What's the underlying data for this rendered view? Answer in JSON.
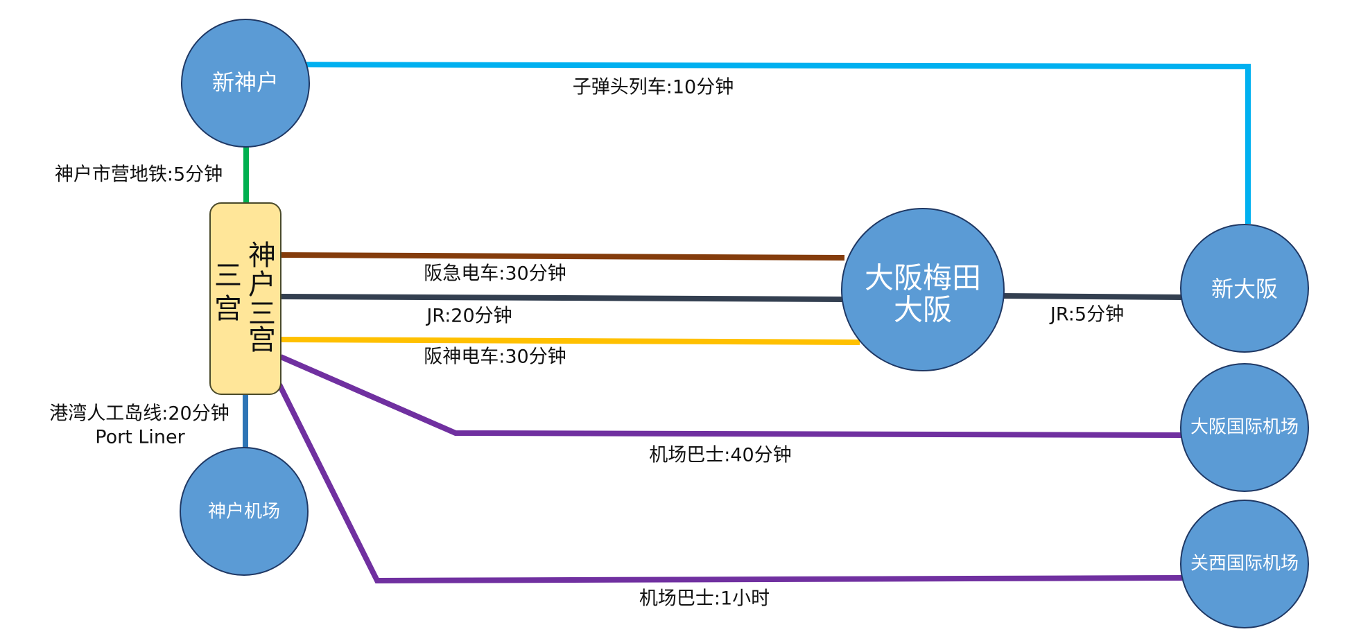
{
  "colors": {
    "node_fill": "#5b9bd5",
    "node_stroke": "#1f3864",
    "hub_fill": "#ffe699",
    "shinkansen": "#00b0f0",
    "kobe_subway": "#00b050",
    "hankyu": "#843c0c",
    "jr": "#333f50",
    "hanshin": "#ffc000",
    "port_liner": "#2e75b6",
    "airport_bus": "#7030a0"
  },
  "nodes": {
    "shin_kobe": "新神户",
    "hub_left": [
      "三",
      "宫"
    ],
    "hub_right": [
      "神",
      "户",
      "三",
      "宫"
    ],
    "osaka_umeda_line1": "大阪梅田",
    "osaka_umeda_line2": "大阪",
    "shin_osaka": "新大阪",
    "itami_airport": "大阪国际机场",
    "kansai_airport": "关西国际机场",
    "kobe_airport": "神户机场"
  },
  "routes": {
    "shinkansen": "子弹头列车:10分钟",
    "kobe_subway": "神户市营地铁:5分钟",
    "hankyu": "阪急电车:30分钟",
    "jr_kobe_osaka": "JR:20分钟",
    "hanshin": "阪神电车:30分钟",
    "jr_osaka_shinosaka": "JR:5分钟",
    "port_liner_line1": "港湾人工岛线:20分钟",
    "port_liner_line2": "Port Liner",
    "bus_itami": "机场巴士:40分钟",
    "bus_kansai": "机场巴士:1小时"
  }
}
